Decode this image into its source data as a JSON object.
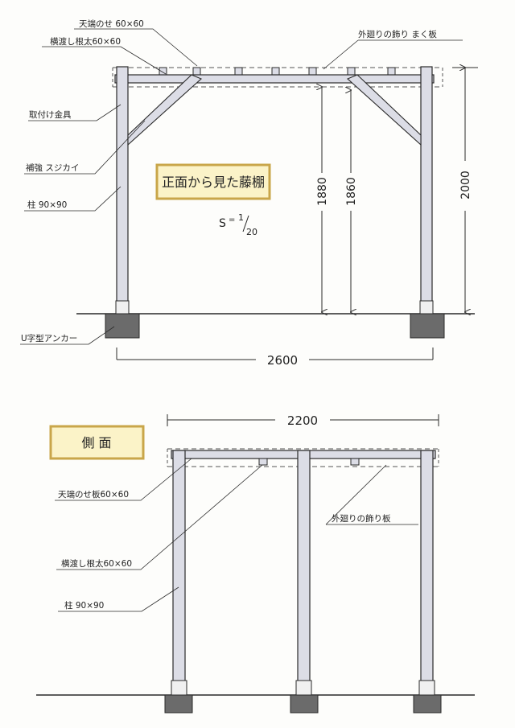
{
  "front_view": {
    "title": "正面から見た藤棚",
    "scale_s": "S",
    "scale_eq": "=",
    "scale_num": "1",
    "scale_den": "20",
    "labels": {
      "top_board": "天端のせ 60×60",
      "cross_beam": "横渡し根太60×60",
      "outer_board": "外廻りの飾り まく板",
      "bracket": "取付け金具",
      "brace": "補強 スジカイ",
      "post": "柱 90×90",
      "anchor": "U字型アンカー"
    },
    "dims": {
      "width": "2600",
      "h1": "1880",
      "h2": "1860",
      "h3": "2000"
    }
  },
  "side_view": {
    "title": "側 面",
    "labels": {
      "top_board": "天端のせ板60×60",
      "outer_board": "外廻りの飾り板",
      "cross_beam": "横渡し根太60×60",
      "post": "柱 90×90"
    },
    "dims": {
      "width": "2200"
    }
  },
  "colors": {
    "wood": "#dcdde6",
    "wood_shade": "#b9bbc9",
    "line": "#2a2a2a",
    "footing": "#6b6b6b",
    "title_box": "#fbf3c8",
    "title_border": "#c9a64a"
  }
}
